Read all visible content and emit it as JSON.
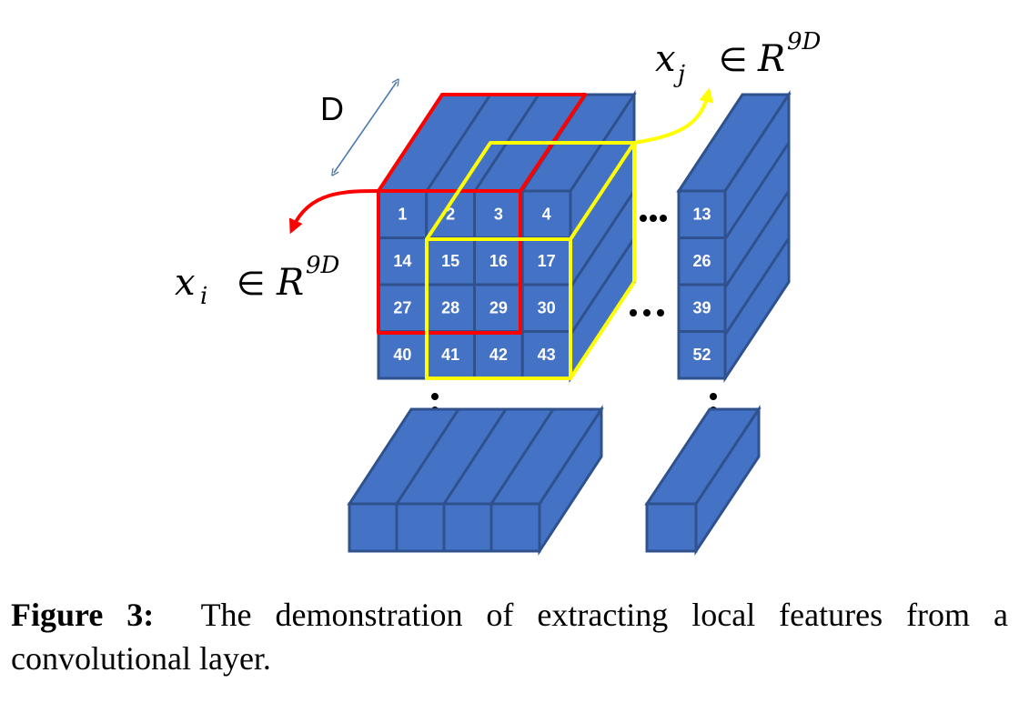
{
  "diagram": {
    "depth_label": "D",
    "grid_cells": [
      [
        "1",
        "2",
        "3",
        "4"
      ],
      [
        "14",
        "15",
        "16",
        "17"
      ],
      [
        "27",
        "28",
        "29",
        "30"
      ],
      [
        "40",
        "41",
        "42",
        "43"
      ]
    ],
    "right_column_cells": [
      "13",
      "26",
      "39",
      "52"
    ],
    "xi_label": {
      "var": "x",
      "sub": "i",
      "rel": "∈",
      "set": "R",
      "sup": "9D"
    },
    "xj_label": {
      "var": "x",
      "sub": "j",
      "rel": "∈",
      "set": "R",
      "sup": "9D"
    },
    "colors": {
      "cube_fill": "#4472c4",
      "cube_edge": "#2f528f",
      "red_window": "#ff0000",
      "yellow_window": "#ffff00"
    }
  },
  "caption": {
    "label": "Figure 3:",
    "text": "The demonstration of extracting local features from a convolutional layer."
  }
}
